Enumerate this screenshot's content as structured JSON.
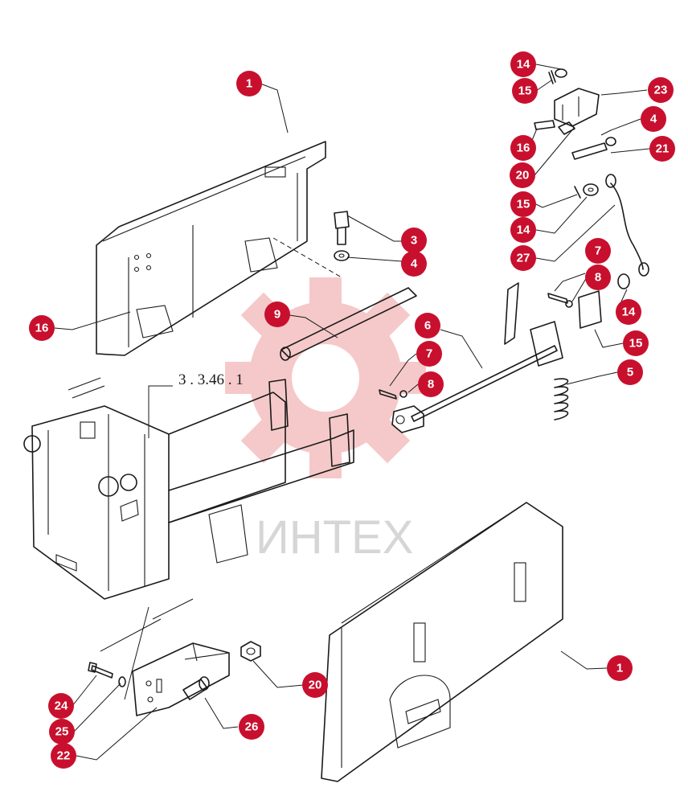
{
  "watermark": {
    "text": "ИНТЕХ",
    "gear_color": "#f2b8b8"
  },
  "accent_color": "#c8102e",
  "reference": {
    "text": "3 . 3.46 . 1",
    "highlight": "46"
  },
  "callouts": [
    {
      "id": "c1-top",
      "label": "1"
    },
    {
      "id": "c3",
      "label": "3"
    },
    {
      "id": "c4-left",
      "label": "4"
    },
    {
      "id": "c16-left",
      "label": "16"
    },
    {
      "id": "c9",
      "label": "9"
    },
    {
      "id": "c6",
      "label": "6"
    },
    {
      "id": "c7-lower",
      "label": "7"
    },
    {
      "id": "c8-lower",
      "label": "8"
    },
    {
      "id": "c14-top",
      "label": "14"
    },
    {
      "id": "c15-top",
      "label": "15"
    },
    {
      "id": "c23",
      "label": "23"
    },
    {
      "id": "c4-right",
      "label": "4"
    },
    {
      "id": "c16-right",
      "label": "16"
    },
    {
      "id": "c21",
      "label": "21"
    },
    {
      "id": "c20-top",
      "label": "20"
    },
    {
      "id": "c15-mid",
      "label": "15"
    },
    {
      "id": "c14-mid",
      "label": "14"
    },
    {
      "id": "c27",
      "label": "27"
    },
    {
      "id": "c7-upper",
      "label": "7"
    },
    {
      "id": "c8-upper",
      "label": "8"
    },
    {
      "id": "c14-right",
      "label": "14"
    },
    {
      "id": "c15-right",
      "label": "15"
    },
    {
      "id": "c5",
      "label": "5"
    },
    {
      "id": "c1-bottom",
      "label": "1"
    },
    {
      "id": "c20-bottom",
      "label": "20"
    },
    {
      "id": "c24",
      "label": "24"
    },
    {
      "id": "c25",
      "label": "25"
    },
    {
      "id": "c22",
      "label": "22"
    },
    {
      "id": "c26",
      "label": "26"
    }
  ]
}
